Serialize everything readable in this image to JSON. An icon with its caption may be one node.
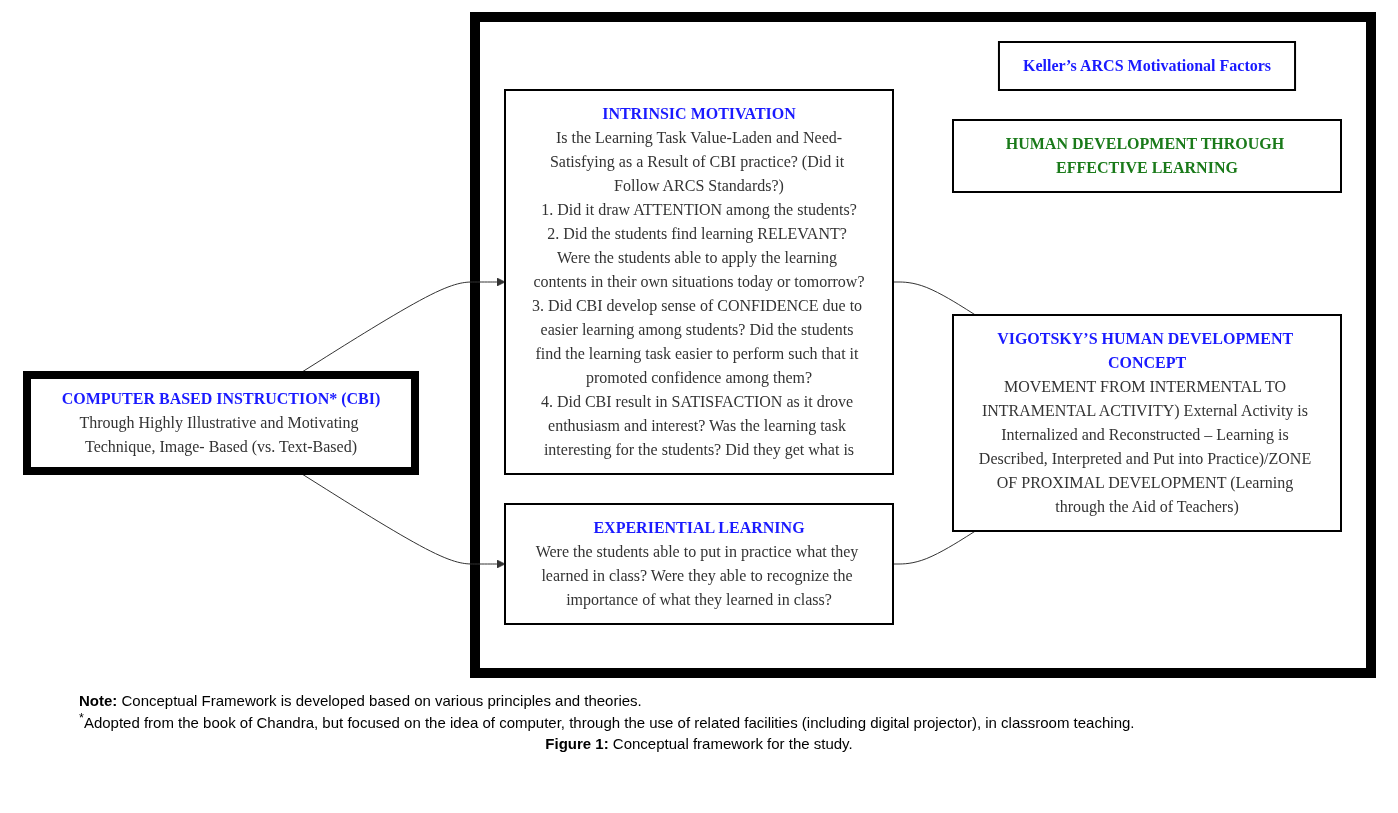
{
  "diagram": {
    "caption": "**Figure 1:** Conceptual framework for the study.",
    "nodes": [
      {
        "text": [],
        "shape": "box"
      },
      {
        "text": [
          "Keller’s ARCS Motivational Factors"
        ],
        "in": 0
      },
      {
        "text": [
          "INTRINSIC MOTIVATION",
          "Is the Learning Task Value-Laden and Need-Satisfying as a Result of CBI practice? (Did it Follow ARCS Standards?)",
          "1. Did it draw ATTENTION among the students?",
          "2. Did the students find learning RELEVANT? Were the students able to apply the learning contents in their own situations today or tomorrow?",
          "3. Did CBI develop sense of CONFIDENCE due to easier learning among students? Did the students find the learning task easier to perform such that it promoted confidence among them?",
          "4. Did CBI result in SATISFACTION as it drove enthusiasm and interest? Was the learning task interesting for the students? Did they get what is"
        ],
        "in": 0
      },
      {
        "text": [
          "EXPERIENTIAL LEARNING",
          "Were the students able to put in practice what they learned in class? Were they able to recognize the importance of what they learned in class?"
        ],
        "in": 0
      },
      {
        "text": [
          "HUMAN DEVELOPMENT THROUGH EFFECTIVE LEARNING"
        ],
        "in": 0
      },
      {
        "text": [
          "VIGOTSKY’S HUMAN DEVELOPMENT CONCEPT",
          "MOVEMENT FROM INTERMENTAL TO INTRAMENTAL ACTIVITY) External Activity is Internalized and Reconstructed – Learning is Described, Interpreted and Put into Practice)/ZONE OF PROXIMAL DEVELOPMENT (Learning through the Aid of Teachers)"
        ],
        "in": 0
      },
      {
        "text": [
          "COMPUTER BASED INSTRUCTION* (CBI)",
          "Through Highly Illustrative and Motivating Technique, Image- Based (vs. Text-Based)"
        ]
      }
    ],
    "edges": [
      {
        "from": 6,
        "to": 2,
        "arrow": "to"
      },
      {
        "from": 6,
        "to": 3,
        "arrow": "to"
      },
      {
        "from": 2,
        "to": 5,
        "arrow": "none"
      },
      {
        "from": 3,
        "to": 5,
        "arrow": "none"
      }
    ],
    "labels": [
      "**Note:** Conceptual Framework is developed based on various principles and theories.",
      "$^{*}$Adopted from the book of Chandra, but focused on the idea of computer, through the use of related facilities (including digital projector), in classroom teaching."
    ]
  }
}
